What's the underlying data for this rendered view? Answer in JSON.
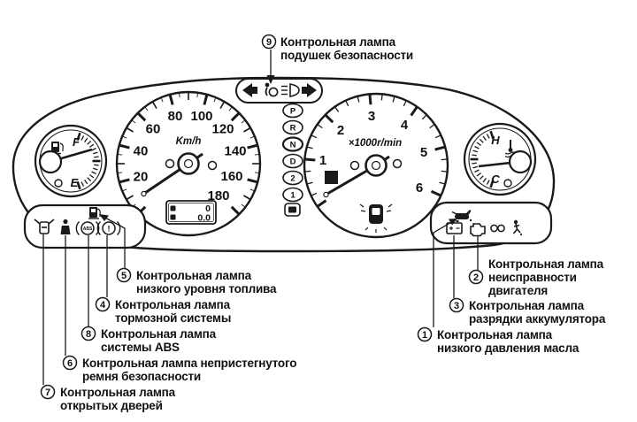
{
  "speedometer": {
    "unit": "Km/h",
    "labels": [
      "20",
      "40",
      "60",
      "80",
      "100",
      "120",
      "140",
      "160",
      "180"
    ],
    "odometer_total": "0",
    "odometer_trip": "0.0"
  },
  "tachometer": {
    "unit": "×1000r/min",
    "labels": [
      "1",
      "2",
      "3",
      "4",
      "5",
      "6"
    ]
  },
  "fuel_gauge": {
    "full": "F",
    "empty": "E"
  },
  "temp_gauge": {
    "hot": "H",
    "cold": "C"
  },
  "gear_indicators": {
    "labels": [
      "P",
      "R",
      "N",
      "D",
      "2",
      "1"
    ]
  },
  "indicator_icons": {
    "top": [
      "turn-left-icon",
      "airbag-icon",
      "high-beam-icon",
      "turn-right-icon"
    ],
    "left_pod": [
      "door-open-icon",
      "seat-belt-icon",
      "abs-icon",
      "brake-icon",
      "fuel-pump-icon"
    ],
    "right_pod": [
      "oil-pressure-icon",
      "battery-icon",
      "check-engine-icon",
      "washer-icon",
      "security-icon"
    ],
    "abs_label": "ABS",
    "brake_mark": "!"
  },
  "callouts": [
    {
      "num": "9",
      "lines": [
        "Контрольная лампа",
        "подушек безопасности"
      ]
    },
    {
      "num": "5",
      "lines": [
        "Контрольная лампа",
        "низкого уровня топлива"
      ]
    },
    {
      "num": "4",
      "lines": [
        "Контрольная лампа",
        "тормозной системы"
      ]
    },
    {
      "num": "8",
      "lines": [
        "Контрольная лампа",
        "системы ABS"
      ]
    },
    {
      "num": "6",
      "lines": [
        "Контрольная лампа непристегнутого",
        "ремня безопасности"
      ]
    },
    {
      "num": "7",
      "lines": [
        "Контрольная лампа",
        "открытых дверей"
      ]
    },
    {
      "num": "2",
      "lines": [
        "Контрольная лампа",
        "неисправности",
        "двигателя"
      ]
    },
    {
      "num": "3",
      "lines": [
        "Контрольная лампа",
        "разрядки аккумулятора"
      ]
    },
    {
      "num": "1",
      "lines": [
        "Контрольная лампа",
        "низкого давления масла"
      ]
    }
  ],
  "colors": {
    "ink": "#1a1a1a",
    "paper": "#ffffff"
  }
}
